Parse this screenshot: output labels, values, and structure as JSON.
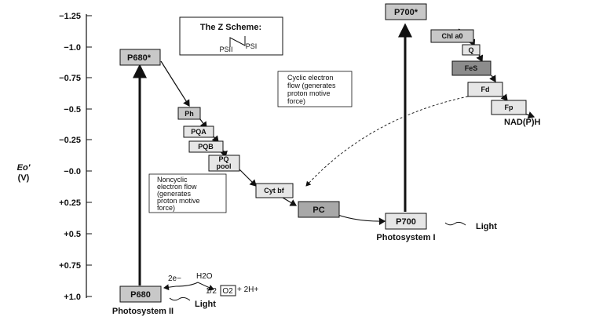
{
  "axis": {
    "label": "Eo′",
    "unit": "(V)",
    "ticks": [
      "−1.25",
      "−1.0",
      "−0.75",
      "−0.5",
      "−0.25",
      "−0.0",
      "+0.25",
      "+0.5",
      "+0.75",
      "+1.0"
    ]
  },
  "legend": {
    "title": "The Z Scheme:",
    "psii": "PSII",
    "psi": "PSI"
  },
  "notes": {
    "cyclic": [
      "Cyclic electron",
      "flow (generates",
      "proton motive",
      "force)"
    ],
    "noncyclic": [
      "Noncyclic",
      "electron flow",
      "(generates",
      "proton motive",
      "force)"
    ]
  },
  "carriers": {
    "p680": "P680",
    "p680_star": "P680*",
    "ph": "Ph",
    "pqa": "PQA",
    "pqb": "PQB",
    "pq_pool_line1": "PQ",
    "pq_pool_line2": "pool",
    "cytbf": "Cyt bf",
    "pc": "PC",
    "p700": "P700",
    "p700_star": "P700*",
    "chla0": "Chl a0",
    "q": "Q",
    "fes": "FeS",
    "fd": "Fd",
    "fp": "Fp"
  },
  "outputs": {
    "nadph": "NAD(P)H",
    "e2": "2e−",
    "h2o": "H2O",
    "half": "1/2",
    "o2": "O2",
    "h_plus": "+ 2H+"
  },
  "labels": {
    "photosystem_ii": "Photosystem II",
    "photosystem_i": "Photosystem I",
    "light": "Light"
  }
}
